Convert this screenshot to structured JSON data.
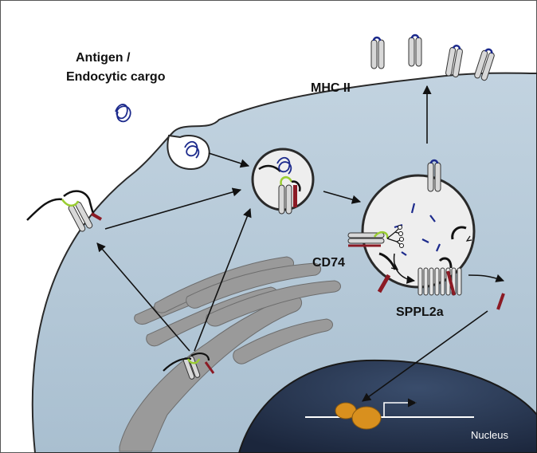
{
  "labels": {
    "antigen_line1": "Antigen /",
    "antigen_line2": "Endocytic cargo",
    "mhc": "MHC II",
    "cd74": "CD74",
    "sppl2a": "SPPL2a",
    "nucleus": "Nucleus"
  },
  "colors": {
    "cytoplasm": "#b4c8d8",
    "nucleus": "#22304a",
    "golgi": "#9a9a9a",
    "membrane": "#2a2a2a",
    "vesicle": "#eeeeee",
    "antigen": "#1c2a8c",
    "mhc_protein": "#d8d8d8",
    "cd74_cleaved": "#8b1a24",
    "clip_green": "#9acd32",
    "transcription_factor": "#d9901e"
  },
  "icons": [
    "antigen-coil-icon",
    "mhc-dimer-icon",
    "cd74-icon",
    "sppl2a-protease-icon",
    "golgi-icon",
    "transcription-factor-icon",
    "gene-arrow-icon"
  ]
}
